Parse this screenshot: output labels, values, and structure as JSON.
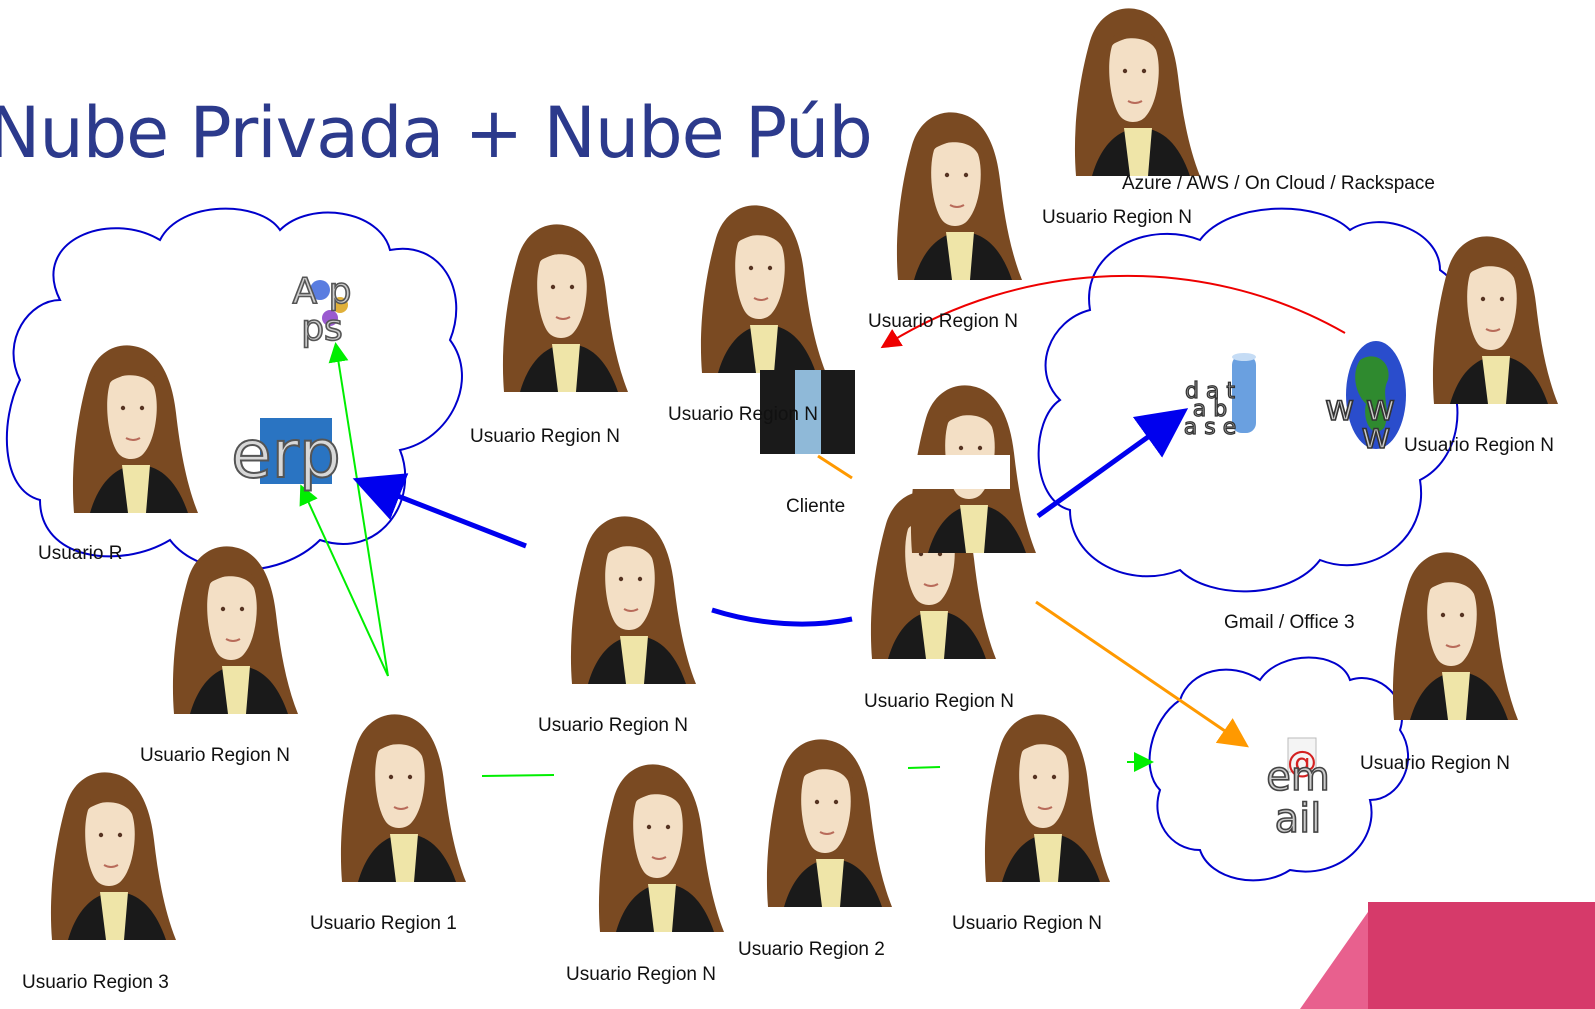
{
  "title": "Nube Privada + Nube Púb",
  "clouds": {
    "public_label": "Azure / AWS / On Cloud / Rackspace",
    "gmail_label": "Gmail / Office 3"
  },
  "icons": {
    "apps_top": "A p",
    "apps_bottom": "ps",
    "erp": "erp",
    "database_rows": [
      "d a t",
      "a b",
      "a s e"
    ],
    "www_top": "w w",
    "www_bottom": "w",
    "email_top": "em",
    "email_bottom": "ail",
    "email_at": "@"
  },
  "users": [
    {
      "label": "Usuario R"
    },
    {
      "label": "Usuario Region N"
    },
    {
      "label": "Usuario Region 3"
    },
    {
      "label": "Usuario Region 1"
    },
    {
      "label": "Usuario Region N"
    },
    {
      "label": "Usuario Region N"
    },
    {
      "label": "Usuario Region N"
    },
    {
      "label": "Usuario Region 2"
    },
    {
      "label": "Usuario Region N"
    },
    {
      "label": "Usuario Region N"
    },
    {
      "label": "Usuario Region N"
    },
    {
      "label": "Usuario Region N"
    },
    {
      "label": "Usuario Region N"
    },
    {
      "label": "Usuario Region N"
    },
    {
      "label": "Usuario Region N"
    }
  ],
  "client": {
    "label": "Cliente"
  },
  "colors": {
    "title": "#2c3a8c",
    "cloud_outline": "#0000cc",
    "arrow_green": "#00ee00",
    "arrow_blue": "#0000ee",
    "arrow_red": "#ee0000",
    "arrow_orange": "#ff9900",
    "corner_accent": "#d63a6a"
  }
}
